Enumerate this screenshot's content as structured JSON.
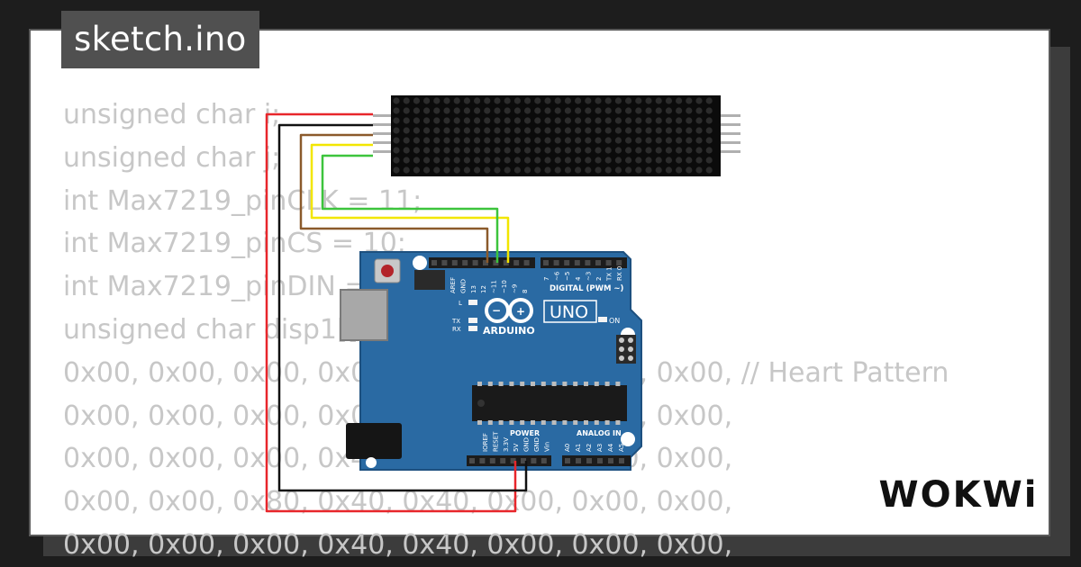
{
  "tab": {
    "filename": "sketch.ino"
  },
  "code_lines": [
    "unsigned char i;",
    "unsigned char j;",
    "int Max7219_pinCLK = 11;",
    "int Max7219_pinCS = 10;",
    "int Max7219_pinDIN = 12;",
    "unsigned char disp1[][8] = {",
    "0x00, 0x00, 0x00, 0x00, 0x00, 0x00, 0x00, 0x00, // Heart Pattern",
    "0x00, 0x00, 0x00, 0x00, 0x00, 0x00, 0x00, 0x00,",
    "0x00, 0x00, 0x00, 0x40, 0x40, 0x00, 0x00, 0x00,",
    "0x00, 0x00, 0x80, 0x40, 0x40, 0x00, 0x00, 0x00,",
    "0x00, 0x00, 0x00, 0x40, 0x40, 0x00, 0x00, 0x00,"
  ],
  "board": {
    "logo_text": "ARDUINO",
    "model": "UNO",
    "digital_header": "DIGITAL (PWM ~)",
    "power_header": "POWER",
    "analog_header": "ANALOG IN",
    "led_on": "ON",
    "led_l": "L",
    "led_tx": "TX",
    "led_rx": "RX",
    "pin_aref": "AREF",
    "pin_gnd": "GND",
    "digital_pins": [
      "13",
      "12",
      "~11",
      "~10",
      "~9",
      "8",
      "7",
      "~6",
      "~5",
      "4",
      "~3",
      "2",
      "TX 1",
      "RX 0"
    ],
    "power_pins": [
      "IOREF",
      "RESET",
      "3.3V",
      "5V",
      "GND",
      "GND",
      "Vin"
    ],
    "analog_pins": [
      "A0",
      "A1",
      "A2",
      "A3",
      "A4",
      "A5"
    ]
  },
  "brand": {
    "name": "WOKWi"
  },
  "colors": {
    "board": "#2a6aa3",
    "board_edge": "#1d507f",
    "wire_red": "#e8262b",
    "wire_black": "#111111",
    "wire_brown": "#8b5a2b",
    "wire_yellow": "#f2e600",
    "wire_green": "#3cc43c",
    "matrix": "#0b0b0b",
    "code_text": "#c7c7c7"
  }
}
